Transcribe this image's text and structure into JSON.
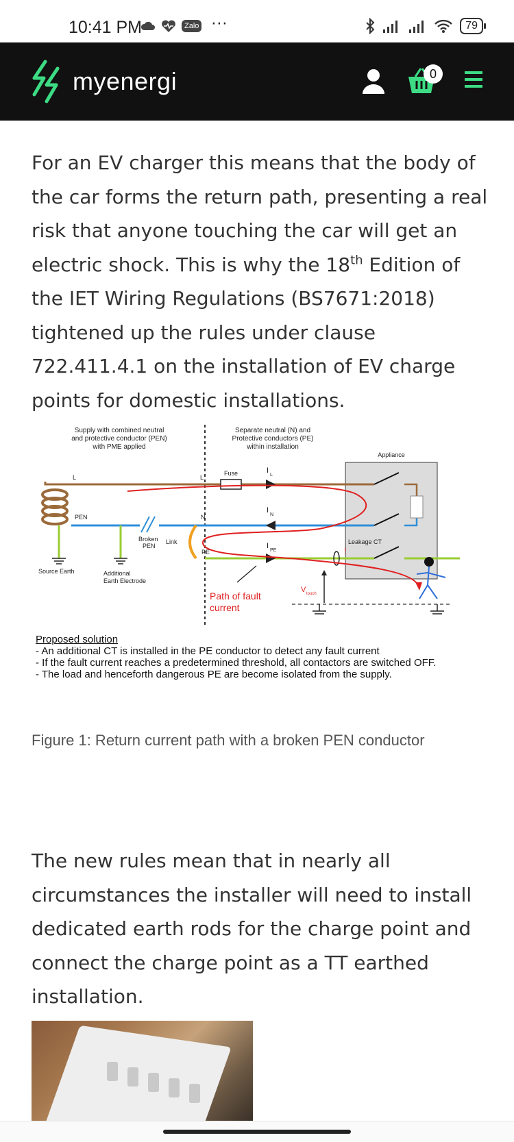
{
  "status_bar": {
    "time": "10:41 PM",
    "zalo_label": "Zalo",
    "more": "···",
    "battery": "79"
  },
  "header": {
    "brand": "myenergi",
    "cart_count": "0"
  },
  "article": {
    "para1_before_sup": "For an EV charger this means that the body of the car forms the return path, presenting a real risk that anyone touching the car will get an electric shock.  This is why the 18",
    "para1_sup": "th",
    "para1_after_sup": " Edition of the IET Wiring Regulations (BS7671:2018) tightened up the rules under clause 722.411.4.1 on the installation of EV charge points for domestic installations.",
    "figure_caption": "Figure 1: Return current path with a broken PEN conductor",
    "para2": "The new rules mean that in nearly all circumstances the installer will need to install dedicated earth rods for the charge point and connect the charge point as a TT earthed installation."
  },
  "diagram": {
    "supply_label_1": "Supply with combined neutral",
    "supply_label_2": "and protective conductor (PEN)",
    "supply_label_3": "with PME applied",
    "separate_label_1": "Separate neutral (N) and",
    "separate_label_2": "Protective conductors (PE)",
    "separate_label_3": "within installation",
    "appliance": "Appliance",
    "fuse": "Fuse",
    "l_left": "L",
    "l_mid": "L",
    "n_mid": "N",
    "pen": "PEN",
    "pe": "PE",
    "broken_pen_1": "Broken",
    "broken_pen_2": "PEN",
    "link": "Link",
    "i_l_main": "I",
    "i_l_sub": "L",
    "i_n_main": "I",
    "i_n_sub": "N",
    "i_pe_main": "I",
    "i_pe_sub": "PE",
    "leakage_ct": "Leakage CT",
    "leakage_mark": "!",
    "source_earth": "Source Earth",
    "additional_1": "Additional",
    "additional_2": "Earth Electrode",
    "path_1": "Path of fault",
    "path_2": "current",
    "v_touch_main": "V",
    "v_touch_sub": "touch",
    "solution_title": "Proposed solution",
    "solution_1": "- An additional CT is installed in the PE conductor to detect any fault current",
    "solution_2": "- If the fault current reaches a predetermined threshold, all contactors are switched OFF.",
    "solution_3": "- The load and henceforth dangerous PE are become isolated from the supply.",
    "colors": {
      "line": "#9b6a3a",
      "neutral": "#2f8fd8",
      "earth": "#9acd32",
      "fault": "#e02020",
      "link": "#f0a020",
      "appliance_bg": "#dcdcdc"
    }
  },
  "icons": {
    "brand_logo": "myenergi-logo-icon",
    "user": "user-icon",
    "cart": "basket-icon",
    "menu": "hamburger-icon"
  }
}
